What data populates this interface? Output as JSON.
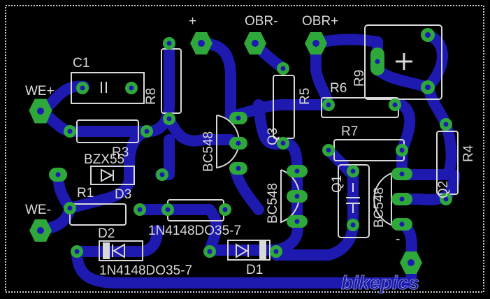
{
  "board": {
    "background": "#000000",
    "trace_color": "#1e1ab0",
    "pad_color": "#2ea83a",
    "hole_color": "#1e1ab0",
    "silk_color": "#d9d9d9",
    "border_color": "#cfcfcf"
  },
  "labels": {
    "c1": "C1",
    "r8": "R8",
    "we_plus": "WE+",
    "bzx55": "BZX55",
    "r3": "R3",
    "d3": "D3",
    "r1": "R1",
    "we_minus": "WE-",
    "d2": "D2",
    "d2_part": "1N4148DO35-7",
    "d1_part": "1N4148DO35-7",
    "d1": "D1",
    "plus": "+",
    "obr_minus": "OBR-",
    "obr_plus": "OBR+",
    "r5": "R5",
    "r6": "R6",
    "r9": "R9",
    "q3_part": "BC548",
    "q3": "Q3",
    "r7": "R7",
    "q1": "Q1",
    "q1_part": "BC548",
    "q2_part": "BC548",
    "q2": "Q2",
    "r4": "R4",
    "minus": "-",
    "watermark": "bikepics"
  }
}
